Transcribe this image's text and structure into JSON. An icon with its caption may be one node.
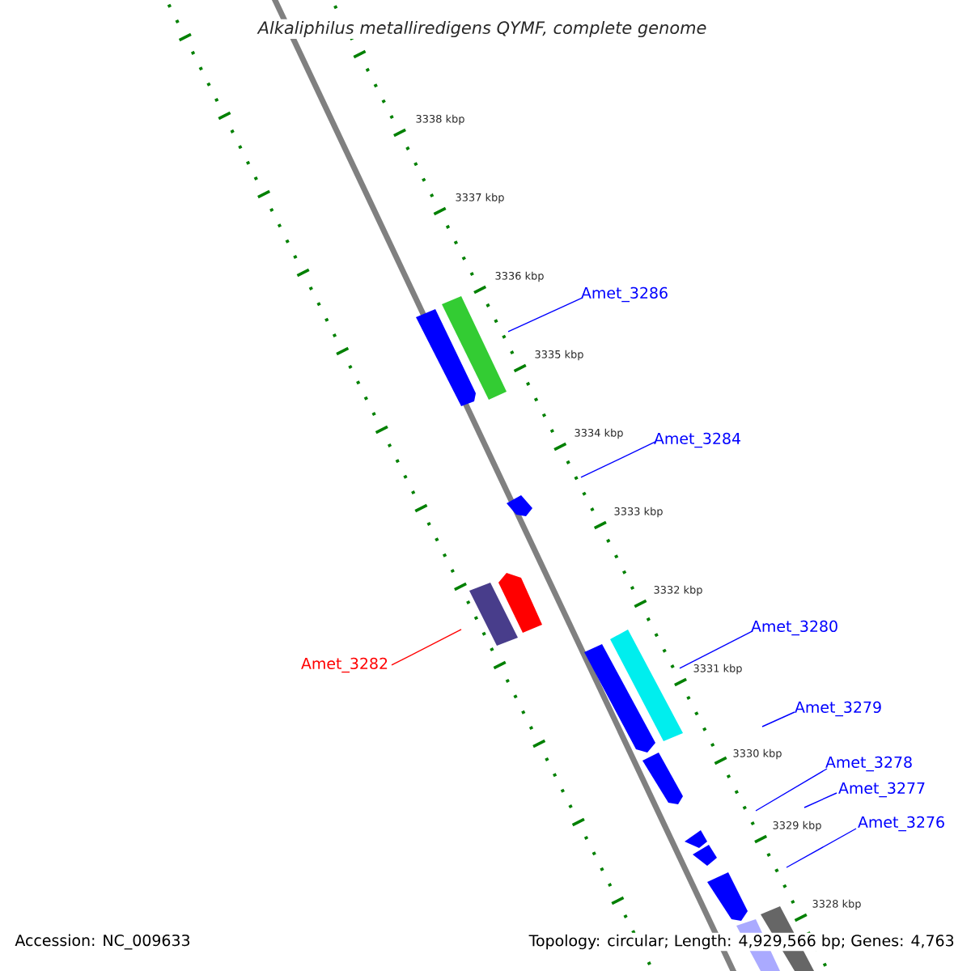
{
  "diagram": {
    "title": "Alkaliphilus metalliredigens QYMF, complete genome",
    "nodes": [
      {
        "text": [
          "Amet_3286"
        ]
      },
      {
        "text": [
          "Amet_3284"
        ]
      },
      {
        "text": [
          "Amet_3282"
        ]
      },
      {
        "text": [
          "Amet_3280"
        ]
      },
      {
        "text": [
          "Amet_3279"
        ]
      },
      {
        "text": [
          "Amet_3278"
        ]
      },
      {
        "text": [
          "Amet_3277"
        ]
      },
      {
        "text": [
          "Amet_3276"
        ]
      }
    ],
    "edges": [
      {
        "from": 0,
        "to": null,
        "arrow": "none"
      },
      {
        "from": 1,
        "to": null,
        "arrow": "none"
      },
      {
        "from": 2,
        "to": null,
        "arrow": "none",
        "color": "#ff0000"
      },
      {
        "from": 3,
        "to": null,
        "arrow": "none"
      },
      {
        "from": 4,
        "to": null,
        "arrow": "none"
      },
      {
        "from": 5,
        "to": null,
        "arrow": "none"
      },
      {
        "from": 6,
        "to": null,
        "arrow": "none"
      },
      {
        "from": 7,
        "to": null,
        "arrow": "none"
      }
    ],
    "labels": [
      "3338 kbp",
      "3337 kbp",
      "3336 kbp",
      "3335 kbp",
      "3334 kbp",
      "3333 kbp",
      "3332 kbp",
      "3331 kbp",
      "3330 kbp",
      "3329 kbp",
      "3328 kbp",
      "Accession: NC_009633",
      "Topology: circular; Length: 4,929,566 bp; Genes: 4,763"
    ]
  }
}
